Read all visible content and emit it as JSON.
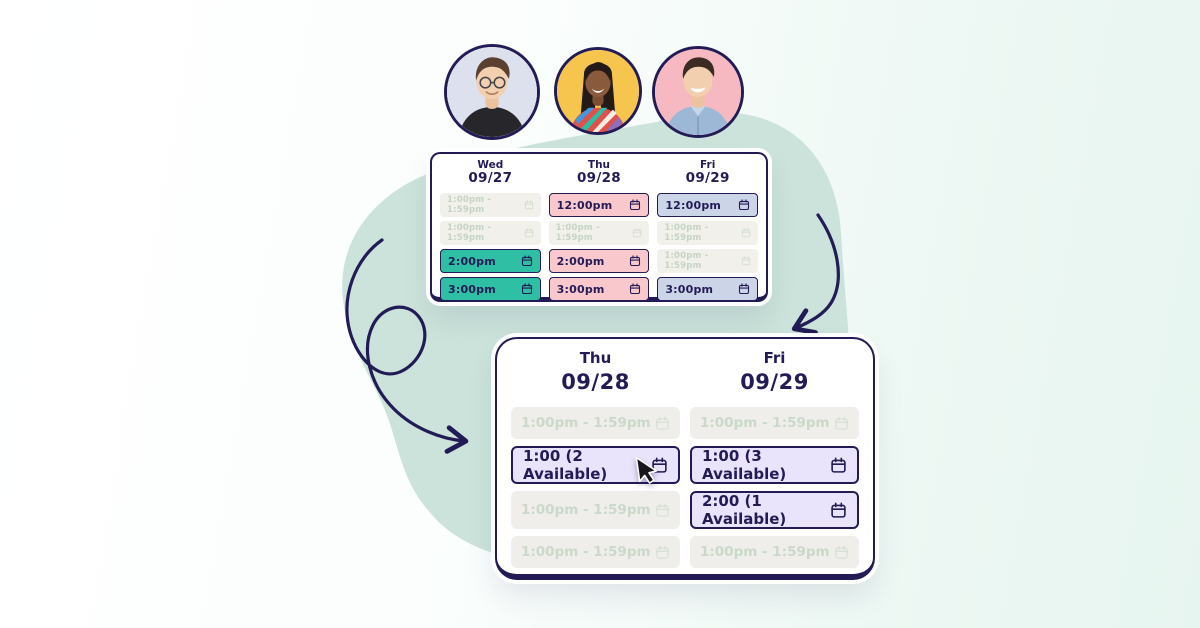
{
  "illustration": {
    "description": "Group scheduling illustration: three teammates' availability merged into shared open time slots",
    "colors": {
      "navy": "#231b55",
      "teal_slot": "#2ebfa4",
      "pink_slot": "#f8c8cc",
      "periwinkle_slot": "#ccd4e8",
      "lavender_slot": "#e9e3fb",
      "empty_slot": "#f1f0ea",
      "blob_mint": "#cbe3da",
      "background_tint": "#e7f5f0",
      "avatar1_bg": "#dde1ee",
      "avatar2_bg": "#f6c54e",
      "avatar3_bg": "#f6b9c1"
    }
  },
  "avatars": [
    {
      "label": "man with glasses in black tee"
    },
    {
      "label": "woman with braids in striped top"
    },
    {
      "label": "laughing man in denim shirt"
    }
  ],
  "mini_calendar": {
    "ghost_label": "1:00pm - 1:59pm",
    "columns": [
      {
        "day": "Wed",
        "date": "09/27",
        "slots": [
          {
            "type": "empty",
            "label": ""
          },
          {
            "type": "empty",
            "label": ""
          },
          {
            "type": "teal",
            "label": "2:00pm"
          },
          {
            "type": "teal",
            "label": "3:00pm"
          }
        ]
      },
      {
        "day": "Thu",
        "date": "09/28",
        "slots": [
          {
            "type": "pink",
            "label": "12:00pm"
          },
          {
            "type": "empty",
            "label": ""
          },
          {
            "type": "pink",
            "label": "2:00pm"
          },
          {
            "type": "pink",
            "label": "3:00pm"
          }
        ]
      },
      {
        "day": "Fri",
        "date": "09/29",
        "slots": [
          {
            "type": "periwinkle",
            "label": "12:00pm"
          },
          {
            "type": "empty",
            "label": ""
          },
          {
            "type": "empty",
            "label": ""
          },
          {
            "type": "periwinkle",
            "label": "3:00pm"
          }
        ]
      }
    ]
  },
  "merged_calendar": {
    "ghost_label": "1:00pm - 1:59pm",
    "columns": [
      {
        "day": "Thu",
        "date": "09/28",
        "slots": [
          {
            "type": "empty",
            "label": ""
          },
          {
            "type": "active",
            "label": "1:00 (2 Available)",
            "cursor": true
          },
          {
            "type": "empty",
            "label": ""
          },
          {
            "type": "empty",
            "label": ""
          }
        ]
      },
      {
        "day": "Fri",
        "date": "09/29",
        "slots": [
          {
            "type": "empty",
            "label": ""
          },
          {
            "type": "active",
            "label": "1:00 (3 Available)"
          },
          {
            "type": "active",
            "label": "2:00 (1 Available)"
          },
          {
            "type": "empty",
            "label": ""
          }
        ]
      }
    ]
  }
}
